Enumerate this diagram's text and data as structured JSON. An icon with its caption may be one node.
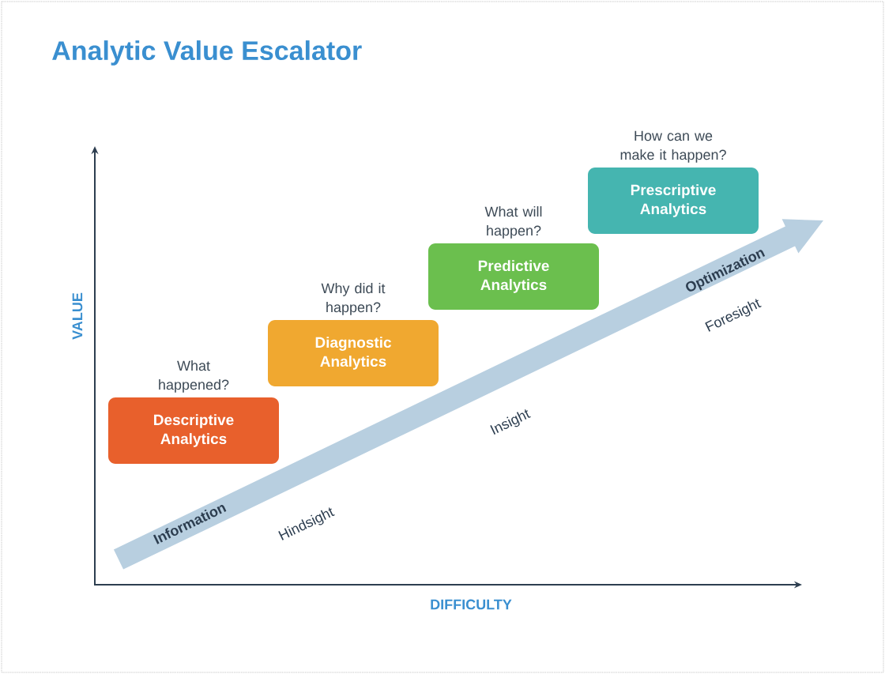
{
  "diagram": {
    "title": "Analytic Value Escalator",
    "nodes": [
      {
        "text": [
          "Descriptive Analytics"
        ],
        "beside": [
          "What happened?"
        ]
      },
      {
        "text": [
          "Diagnostic Analytics"
        ],
        "beside": [
          "Why did it happen?"
        ]
      },
      {
        "text": [
          "Predictive Analytics"
        ],
        "beside": [
          "What will happen?"
        ]
      },
      {
        "text": [
          "Prescriptive Analytics"
        ],
        "beside": [
          "How can we make it happen?"
        ]
      }
    ],
    "labels": [
      "Information",
      "Hindsight",
      "Insight",
      "Optimization",
      "Foresight",
      "VALUE",
      "DIFFICULTY"
    ]
  }
}
